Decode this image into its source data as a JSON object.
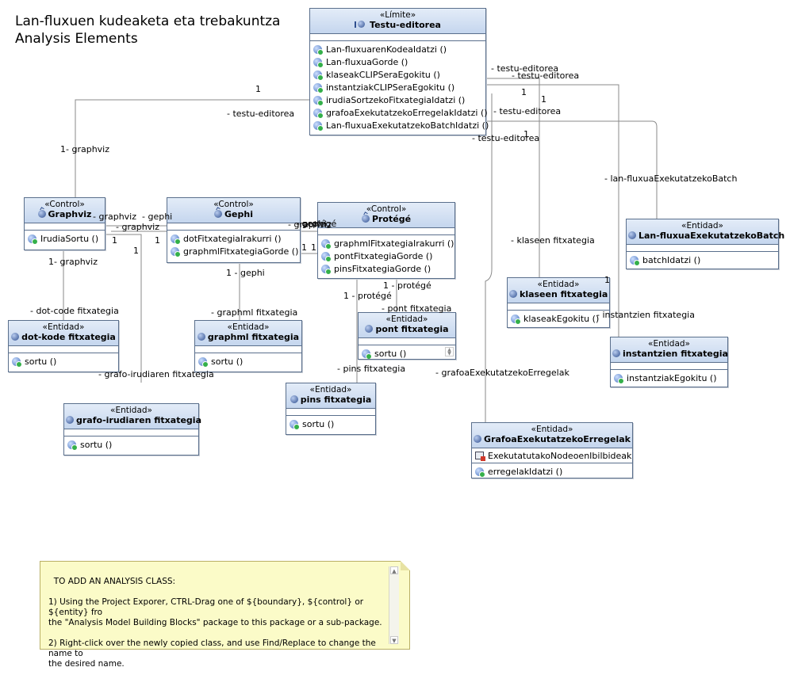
{
  "title": {
    "line1": "Lan-fluxuen kudeaketa eta trebakuntza",
    "line2": "Analysis Elements"
  },
  "classes": {
    "testu": {
      "stereotype": "«Límite»",
      "name": "Testu-editorea",
      "ops": [
        "Lan-fluxuarenKodeaIdatzi ()",
        "Lan-fluxuaGorde ()",
        "klaseakCLIPSeraEgokitu ()",
        "instantziakCLIPSeraEgokitu ()",
        "irudiaSortzekoFitxategiaIdatzi ()",
        "grafoaExekutatzekoErregelakIdatzi ()",
        "Lan-fluxuaExekutatzekoBatchIdatzi ()"
      ]
    },
    "graphviz": {
      "stereotype": "«Control»",
      "name": "Graphviz",
      "ops": [
        "IrudiaSortu ()"
      ]
    },
    "gephi": {
      "stereotype": "«Control»",
      "name": "Gephi",
      "ops": [
        "dotFitxategiaIrakurri ()",
        "graphmlFitxategiaGorde ()"
      ]
    },
    "protege": {
      "stereotype": "«Control»",
      "name": "Protégé",
      "ops": [
        "graphmlFitxategiaIrakurri ()",
        "pontFitxategiaGorde ()",
        "pinsFitxategiaGorde ()"
      ]
    },
    "batch": {
      "stereotype": "«Entidad»",
      "name": "Lan-fluxuaExekutatzekoBatch",
      "ops": [
        "batchIdatzi ()"
      ]
    },
    "klaseen": {
      "stereotype": "«Entidad»",
      "name": "klaseen fitxategia",
      "ops": [
        "klaseakEgokitu ()"
      ]
    },
    "instantzien": {
      "stereotype": "«Entidad»",
      "name": "instantzien fitxategia",
      "ops": [
        "instantziakEgokitu ()"
      ]
    },
    "dotkode": {
      "stereotype": "«Entidad»",
      "name": "dot-kode fitxategia",
      "ops": [
        "sortu ()"
      ]
    },
    "graphml": {
      "stereotype": "«Entidad»",
      "name": "graphml fitxategia",
      "ops": [
        "sortu ()"
      ]
    },
    "pont": {
      "stereotype": "«Entidad»",
      "name": "pont fitxategia",
      "ops": [
        "sortu ()"
      ]
    },
    "pins": {
      "stereotype": "«Entidad»",
      "name": "pins fitxategia",
      "ops": [
        "sortu ()"
      ]
    },
    "grafo": {
      "stereotype": "«Entidad»",
      "name": "grafo-irudiaren fitxategia",
      "ops": [
        "sortu ()"
      ]
    },
    "erregelak": {
      "stereotype": "«Entidad»",
      "name": "GrafoaExekutatzekoErregelak",
      "attrs": [
        "ExekutatutakoNodeoenIbilbideak"
      ],
      "ops": [
        "erregelakIdatzi ()"
      ]
    }
  },
  "labels": [
    "1",
    "- testu-editorea",
    "1- graphviz",
    "- testu-editorea",
    "- testu-editorea",
    "1",
    "1",
    "- testu-editorea",
    "1",
    "- testu-editorea",
    "- lan-fluxuaExekutatzekoBatch",
    "- graphviz",
    "- gephi",
    "- graphviz",
    "- graphviz",
    "1",
    "1",
    "1- graphviz",
    "- gephi",
    "- protégé",
    "1",
    "1",
    "1",
    "1 - gephi",
    "- dot-code fitxategia",
    "- graphml fitxategia",
    "- grafo-irudiaren fitxategia",
    "1 - protégé",
    "1 - protégé",
    "- pont fitxategia",
    "- pins fitxategia",
    "- klaseen fitxategia",
    "1",
    "- instantzien fitxategia",
    "- grafoaExekutatzekoErregelak"
  ],
  "note": {
    "text": "TO ADD AN ANALYSIS CLASS:\n\n1) Using the Project Exporer, CTRL-Drag one of ${boundary}, ${control} or ${entity} fro\nthe \"Analysis Model Building Blocks\" package to this package or a sub-package.\n\n2) Right-click over the newly copied class, and use Find/Replace to change the name to\nthe desired name."
  },
  "colors": {
    "header_gradient_top": "#e3ecf8",
    "header_gradient_bottom": "#c5d6ee",
    "border": "#5a6f8c",
    "note_bg": "#fbfbc8",
    "wire": "#8a8a8a"
  }
}
